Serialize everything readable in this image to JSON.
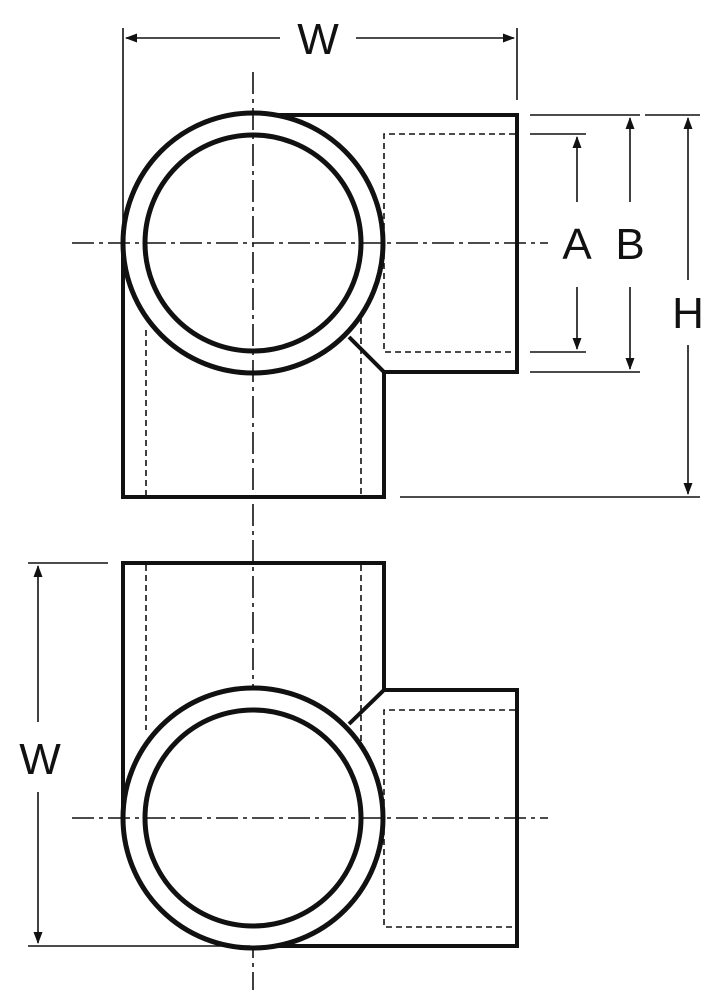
{
  "diagram": {
    "labels": {
      "top_width": "W",
      "dim_a": "A",
      "dim_b": "B",
      "dim_h": "H",
      "bottom_width": "W"
    },
    "colors": {
      "ink": "#111111",
      "background": "#ffffff"
    }
  }
}
